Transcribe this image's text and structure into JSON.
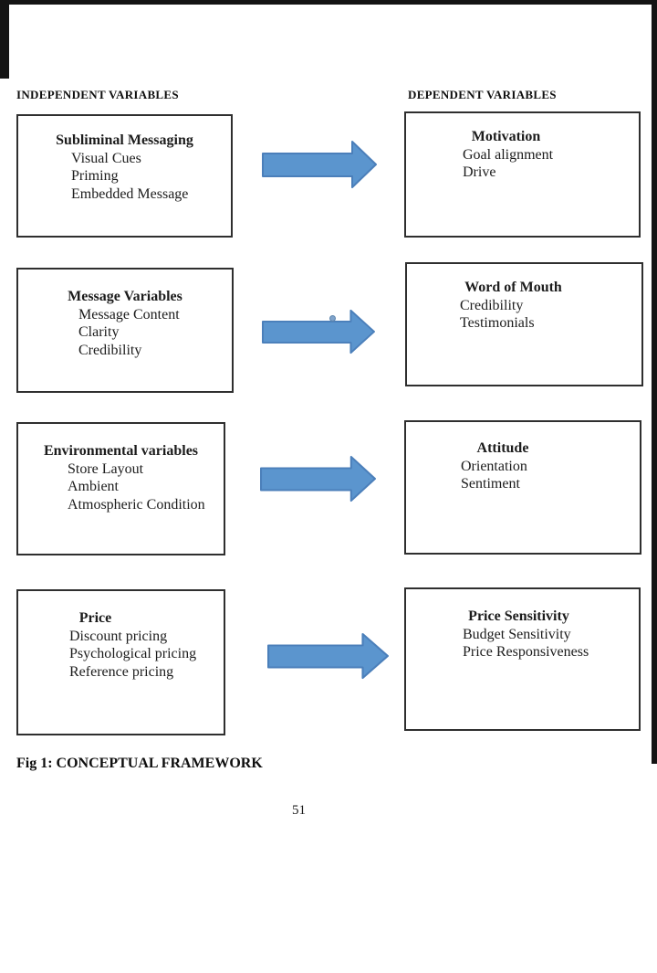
{
  "page": {
    "left_column_header": "INDEPENDENT VARIABLES",
    "right_column_header": "DEPENDENT VARIABLES",
    "caption": "Fig 1: CONCEPTUAL FRAMEWORK",
    "page_number": "51"
  },
  "diagram": {
    "rows": [
      {
        "left": {
          "title": "Subliminal Messaging",
          "items": [
            "Visual Cues",
            "Priming",
            "Embedded Message"
          ]
        },
        "right": {
          "title": "Motivation",
          "items": [
            "Goal alignment",
            "Drive"
          ]
        }
      },
      {
        "left": {
          "title": "Message Variables",
          "items": [
            "Message Content",
            "Clarity",
            "Credibility"
          ]
        },
        "right": {
          "title": "Word of Mouth",
          "items": [
            "Credibility",
            "Testimonials"
          ]
        }
      },
      {
        "left": {
          "title": "Environmental variables",
          "items": [
            "Store Layout",
            "Ambient",
            "Atmospheric Condition"
          ]
        },
        "right": {
          "title": "Attitude",
          "items": [
            "Orientation",
            "Sentiment"
          ]
        }
      },
      {
        "left": {
          "title": "Price",
          "items": [
            "Discount pricing",
            "Psychological pricing",
            "Reference pricing"
          ]
        },
        "right": {
          "title": "Price Sensitivity",
          "items": [
            "Budget Sensitivity",
            "Price Responsiveness"
          ]
        }
      }
    ],
    "arrow_fill_color": "#5b95ce",
    "arrow_border_color": "#4b7fba",
    "box_border_color": "#2f2f2f",
    "scan_edge_color": "#141414"
  }
}
